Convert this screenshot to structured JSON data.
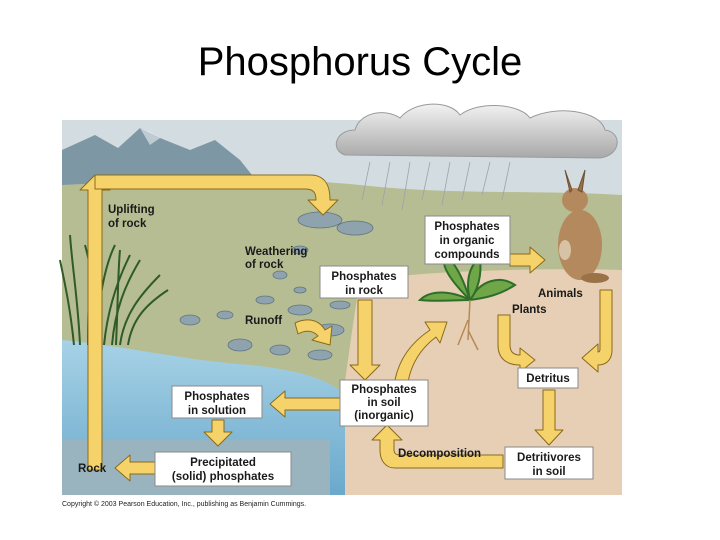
{
  "title": "Phosphorus Cycle",
  "labels": {
    "uplifting": [
      "Uplifting",
      "of rock"
    ],
    "weathering": [
      "Weathering",
      "of rock"
    ],
    "phos_rock": [
      "Phosphates",
      "in rock"
    ],
    "runoff": "Runoff",
    "phos_organic": [
      "Phosphates",
      "in organic",
      "compounds"
    ],
    "animals": "Animals",
    "plants": "Plants",
    "detritus": "Detritus",
    "phos_soil": [
      "Phosphates",
      "in soil",
      "(inorganic)"
    ],
    "phos_solution": [
      "Phosphates",
      "in solution"
    ],
    "decomposition": "Decomposition",
    "detritivores": [
      "Detritivores",
      "in soil"
    ],
    "rock": "Rock",
    "precipitated": [
      "Precipitated",
      "(solid) phosphates"
    ]
  },
  "credit": "Copyright © 2003 Pearson Education, Inc., publishing as Benjamin Cummings.",
  "colors": {
    "sky": "#c9d6dc",
    "mountain": "#7e97a4",
    "land": "#b7bd92",
    "soil": "#e6cfb4",
    "water": "#8fc3dc",
    "deep_water": "#6aa9cc",
    "arrow_fill": "#f6d36a",
    "cloud": "#bdbdbd"
  }
}
